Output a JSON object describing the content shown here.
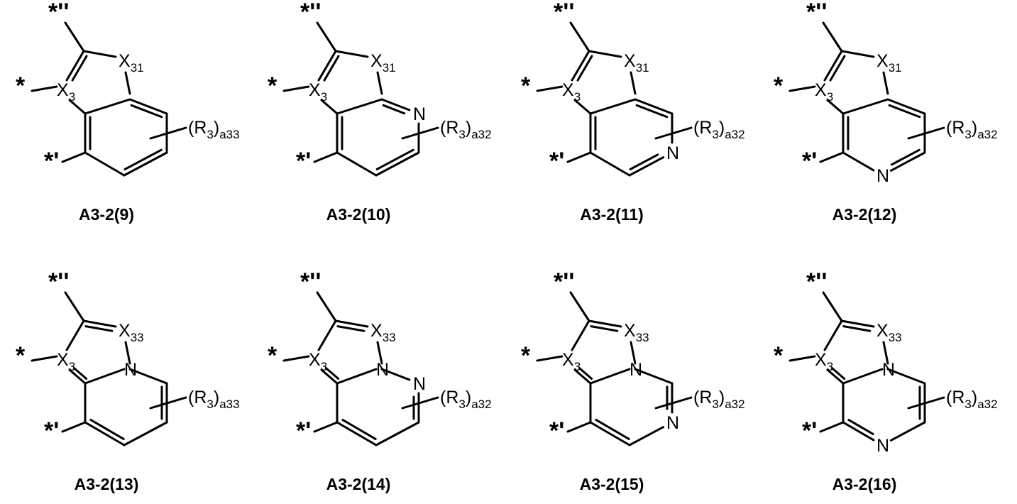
{
  "structures": [
    {
      "id": "A3-2(9)",
      "label": "A3-2(9)",
      "type": "fused-benzo",
      "n_positions": [],
      "heteroatom": "X31",
      "substituent": "(R3)a33",
      "sub_ring_label": "a33"
    },
    {
      "id": "A3-2(10)",
      "label": "A3-2(10)",
      "type": "fused-benzo",
      "n_positions": [
        0
      ],
      "heteroatom": "X31",
      "substituent": "(R3)a32",
      "sub_ring_label": "a32"
    },
    {
      "id": "A3-2(11)",
      "label": "A3-2(11)",
      "type": "fused-benzo",
      "n_positions": [
        2
      ],
      "heteroatom": "X31",
      "substituent": "(R3)a32",
      "sub_ring_label": "a32"
    },
    {
      "id": "A3-2(12)",
      "label": "A3-2(12)",
      "type": "fused-benzo",
      "n_positions": [
        3
      ],
      "heteroatom": "X31",
      "substituent": "(R3)a32",
      "sub_ring_label": "a32"
    },
    {
      "id": "A3-2(13)",
      "label": "A3-2(13)",
      "type": "fused-indolizine",
      "n_positions": [],
      "heteroatom": "X33",
      "substituent": "(R3)a33",
      "sub_ring_label": "a33"
    },
    {
      "id": "A3-2(14)",
      "label": "A3-2(14)",
      "type": "fused-indolizine",
      "n_positions": [
        0
      ],
      "heteroatom": "X33",
      "substituent": "(R3)a32",
      "sub_ring_label": "a32"
    },
    {
      "id": "A3-2(15)",
      "label": "A3-2(15)",
      "type": "fused-indolizine",
      "n_positions": [
        2
      ],
      "heteroatom": "X33",
      "substituent": "(R3)a32",
      "sub_ring_label": "a32"
    },
    {
      "id": "A3-2(16)",
      "label": "A3-2(16)",
      "type": "fused-indolizine",
      "n_positions": [
        3
      ],
      "heteroatom": "X33",
      "substituent": "(R3)a32",
      "sub_ring_label": "a32"
    }
  ],
  "text": {
    "star_main": "*",
    "star_prime": "*'",
    "star_double": "*''",
    "x3": "X",
    "x3_sub": "3",
    "n": "N",
    "r": "(R",
    "r_sub": "3",
    "r_close": ")"
  }
}
